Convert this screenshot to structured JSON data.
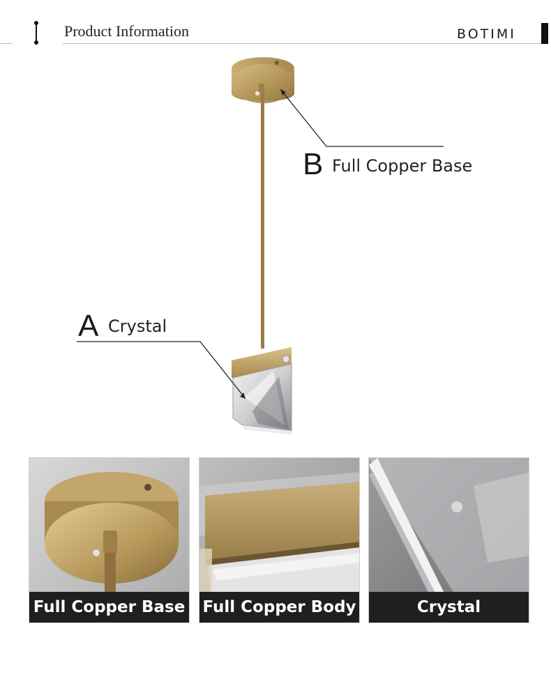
{
  "header": {
    "title": "Product Information",
    "brand": "BOTIMI"
  },
  "callouts": {
    "b": {
      "letter": "B",
      "text": "Full Copper Base"
    },
    "a": {
      "letter": "A",
      "text": "Crystal"
    }
  },
  "thumbnails": [
    {
      "caption": "Full Copper Base"
    },
    {
      "caption": "Full Copper Body"
    },
    {
      "caption": "Crystal"
    }
  ],
  "colors": {
    "brass": "#b89a5e",
    "caption_bg": "#1f1f1f",
    "rule": "#bdbdbd"
  }
}
